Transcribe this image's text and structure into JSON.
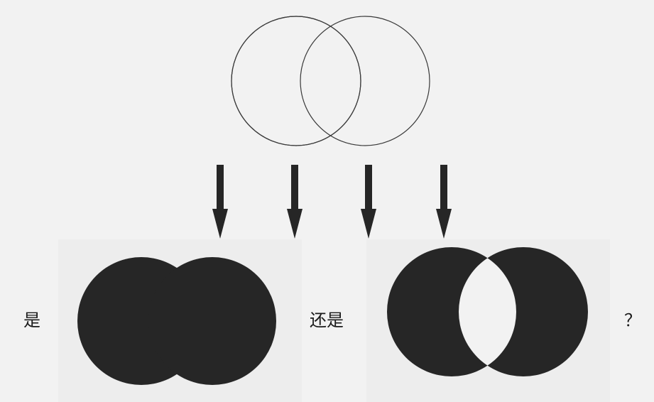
{
  "labels": {
    "left": "是",
    "middle": "还是",
    "right": "？"
  },
  "colors": {
    "background": "#f2f2f2",
    "panel": "#ededed",
    "ink": "#262626",
    "outline": "#3a3a3a",
    "circle_fill": "#f2f2f2"
  },
  "diagram": {
    "top": "two-overlapping-circle-outlines",
    "bottom_left": "union-filled",
    "bottom_right": "symmetric-difference-filled",
    "arrow_count": 4
  }
}
